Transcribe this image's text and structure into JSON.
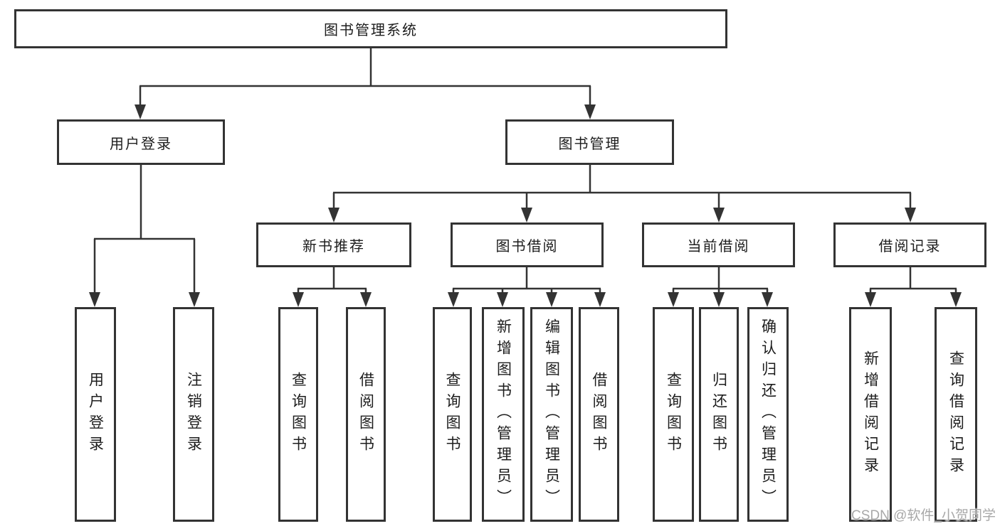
{
  "diagram": {
    "root": {
      "label": "图书管理系统"
    },
    "branches": [
      {
        "label": "用户登录",
        "children": [
          {
            "label": "用户登录"
          },
          {
            "label": "注销登录"
          }
        ]
      },
      {
        "label": "图书管理",
        "children": [
          {
            "label": "新书推荐",
            "children": [
              {
                "label": "查询图书"
              },
              {
                "label": "借阅图书"
              }
            ]
          },
          {
            "label": "图书借阅",
            "children": [
              {
                "label": "查询图书"
              },
              {
                "label": "新增图书（管理员）"
              },
              {
                "label": "编辑图书（管理员）"
              },
              {
                "label": "借阅图书"
              }
            ]
          },
          {
            "label": "当前借阅",
            "children": [
              {
                "label": "查询图书"
              },
              {
                "label": "归还图书"
              },
              {
                "label": "确认归还（管理员）"
              }
            ]
          },
          {
            "label": "借阅记录",
            "children": [
              {
                "label": "新增借阅记录"
              },
              {
                "label": "查询借阅记录"
              }
            ]
          }
        ]
      }
    ]
  },
  "watermark": {
    "text": "CSDN @软件_小贺同学"
  },
  "colors": {
    "line": "#333333",
    "box_border": "#333333",
    "text": "#1d1d1d",
    "background": "#ffffff",
    "watermark": "#a8a8a8"
  }
}
